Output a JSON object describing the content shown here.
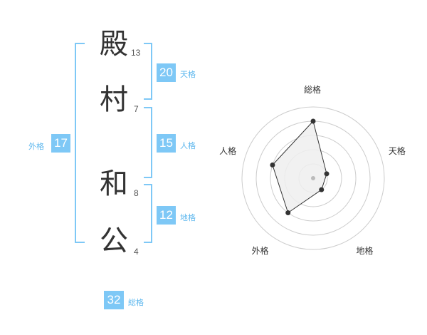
{
  "name": {
    "chars": [
      "殿",
      "村",
      "和",
      "公"
    ],
    "strokes": [
      "13",
      "7",
      "8",
      "4"
    ]
  },
  "fortune": {
    "tenkaku": {
      "label": "天格",
      "value": "20"
    },
    "jinkaku": {
      "label": "人格",
      "value": "15"
    },
    "chikaku": {
      "label": "地格",
      "value": "12"
    },
    "gaikaku": {
      "label": "外格",
      "value": "17"
    },
    "soukaku": {
      "label": "総格",
      "value": "32"
    }
  },
  "chart_data": {
    "type": "radar",
    "axes": [
      "総格",
      "天格",
      "地格",
      "外格",
      "人格"
    ],
    "values": [
      4,
      1,
      1,
      3,
      3
    ],
    "max": 5,
    "rings": 5,
    "colors": {
      "fill": "#eeeeee",
      "line": "#333333",
      "grid": "#cccccc",
      "center": "#bbbbbb"
    }
  }
}
